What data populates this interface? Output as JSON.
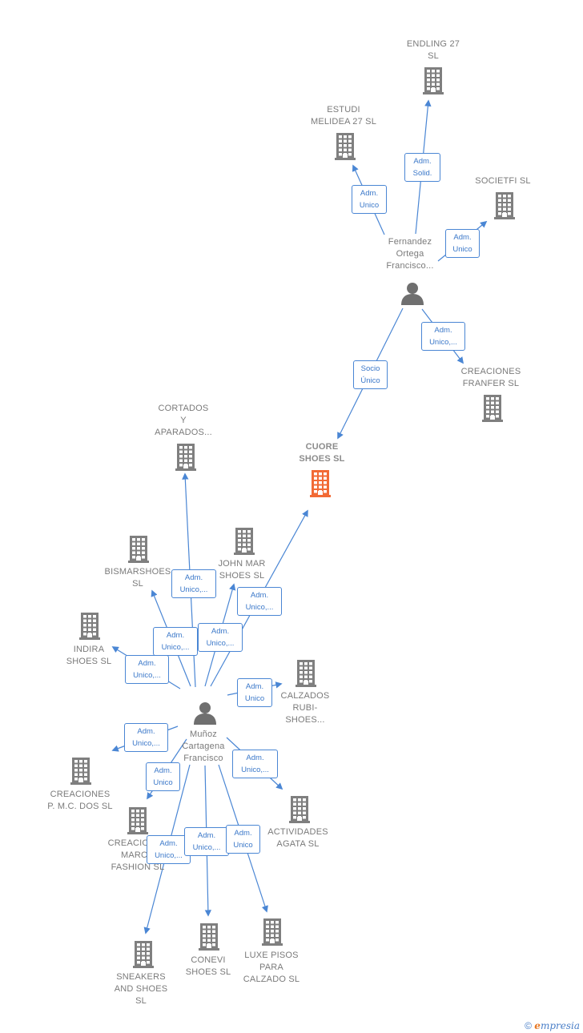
{
  "colors": {
    "edge": "#4a86d4",
    "building": "#7f7f7f",
    "highlight": "#f26a35",
    "person": "#6f6f6f"
  },
  "nodes": {
    "endling": [
      "ENDLING 27",
      "SL"
    ],
    "estudi": [
      "ESTUDI",
      "MELIDEA 27 SL"
    ],
    "societfi": [
      "SOCIETFI  SL"
    ],
    "fernandez": [
      "Fernandez",
      "Ortega",
      "Francisco..."
    ],
    "creaciones_franfer": [
      "CREACIONES",
      "FRANFER  SL"
    ],
    "cuore": [
      "CUORE",
      "SHOES  SL"
    ],
    "cortados": [
      "CORTADOS",
      "Y",
      "APARADOS..."
    ],
    "bismarshoes": [
      "BISMARSHOES",
      "SL"
    ],
    "john_mar": [
      "JOHN MAR",
      "SHOES  SL"
    ],
    "indira": [
      "INDIRA",
      "SHOES  SL"
    ],
    "calzados_rubi": [
      "CALZADOS",
      "RUBI-",
      "SHOES..."
    ],
    "munoz": [
      "Muñoz",
      "Cartagena",
      "Francisco"
    ],
    "creaciones_pmc": [
      "CREACIONES",
      "P. M.C. DOS  SL"
    ],
    "creaciones_marco": [
      "CREACIONES",
      "MARCO",
      "FASHION  SL"
    ],
    "actividades": [
      "ACTIVIDADES",
      "AGATA  SL"
    ],
    "sneakers": [
      "SNEAKERS",
      "AND SHOES",
      "SL"
    ],
    "conevi": [
      "CONEVI",
      "SHOES  SL"
    ],
    "luxe": [
      "LUXE PISOS",
      "PARA",
      "CALZADO SL"
    ]
  },
  "badges": {
    "b_estudi": [
      "Adm.",
      "Unico"
    ],
    "b_endling": [
      "Adm.",
      "Solid."
    ],
    "b_societfi": [
      "Adm.",
      "Unico"
    ],
    "b_franfer": [
      "Adm.",
      "Unico,..."
    ],
    "b_socio": [
      "Socio",
      "Único"
    ],
    "b_cortados": [
      "Adm.",
      "Unico,..."
    ],
    "b_cuore": [
      "Adm.",
      "Unico,..."
    ],
    "b_bismar": [
      "Adm.",
      "Unico,..."
    ],
    "b_johnmar": [
      "Adm.",
      "Unico,..."
    ],
    "b_indira": [
      "Adm.",
      "Unico,..."
    ],
    "b_calzados": [
      "Adm.",
      "Unico"
    ],
    "b_pmc": [
      "Adm.",
      "Unico,..."
    ],
    "b_marco": [
      "Adm.",
      "Unico"
    ],
    "b_actividades": [
      "Adm.",
      "Unico,..."
    ],
    "b_sneakers": [
      "Adm.",
      "Unico,..."
    ],
    "b_conevi": [
      "Adm.",
      "Unico,..."
    ],
    "b_luxe": [
      "Adm.",
      "Unico"
    ]
  },
  "footer": {
    "copyright": "©",
    "brand_e": "e",
    "brand_rest": "mpresia"
  }
}
